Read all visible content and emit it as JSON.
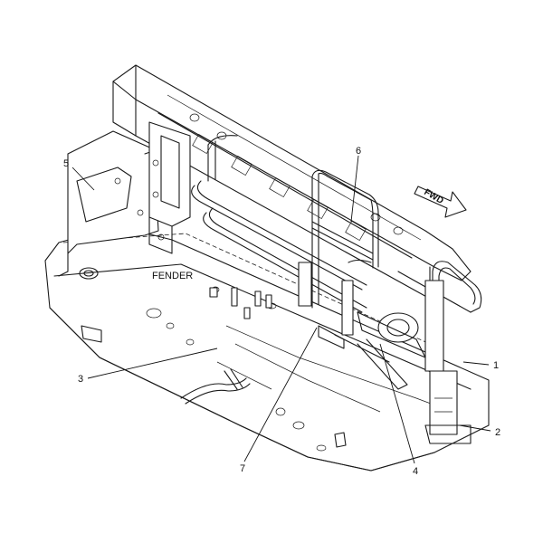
{
  "labels": {
    "fender": "FENDER",
    "fwd": "FWD"
  },
  "callouts": [
    "1",
    "2",
    "3",
    "4",
    "5",
    "6",
    "7"
  ]
}
